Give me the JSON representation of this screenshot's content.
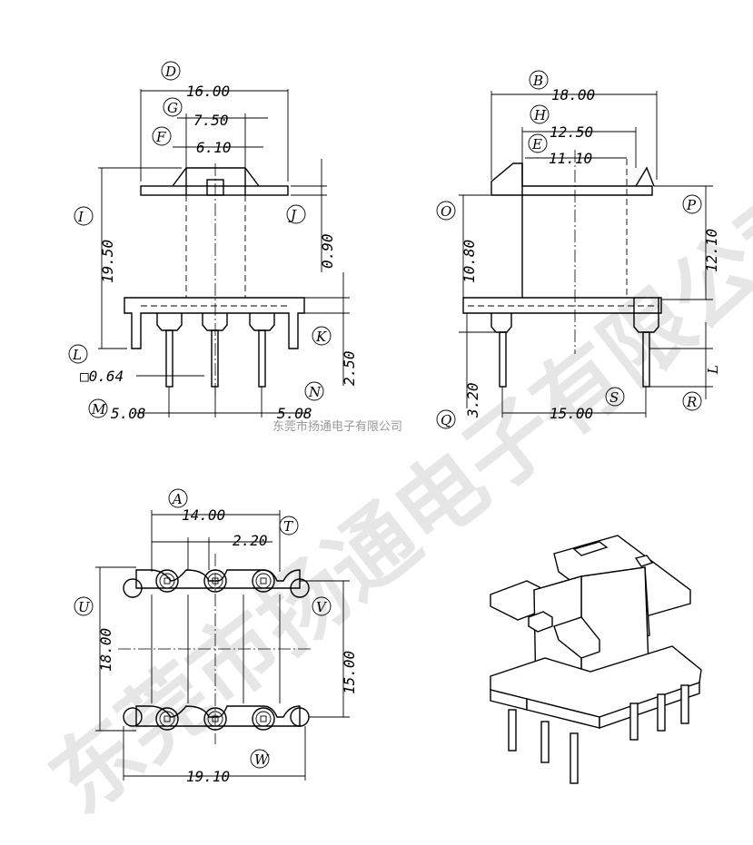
{
  "watermark": {
    "large": "东莞市扬通电子有限公司",
    "small": "东莞市扬通电子有限公司"
  },
  "front_view": {
    "labels": {
      "D": "D",
      "G": "G",
      "F": "F",
      "I": "I",
      "J": "J",
      "K": "K",
      "L": "L",
      "M": "M",
      "N": "N"
    },
    "dims": {
      "d": "16.00",
      "g": "7.50",
      "f": "6.10",
      "i": "19.50",
      "j": "0.90",
      "k": "2.50",
      "l": "□0.64",
      "m": "5.08",
      "n": "5.08"
    }
  },
  "side_view": {
    "labels": {
      "B": "B",
      "H": "H",
      "E": "E",
      "O": "O",
      "P": "P",
      "Q": "Q",
      "R": "R",
      "S": "S",
      "L": "L"
    },
    "dims": {
      "b": "18.00",
      "h": "12.50",
      "e": "11.10",
      "o": "10.80",
      "p": "12.10",
      "q": "3.20",
      "s": "15.00"
    }
  },
  "bottom_view": {
    "labels": {
      "A": "A",
      "T": "T",
      "U": "U",
      "V": "V",
      "W": "W"
    },
    "dims": {
      "a": "14.00",
      "t": "2.20",
      "u": "18.00",
      "v": "15.00",
      "w": "19.10"
    }
  }
}
